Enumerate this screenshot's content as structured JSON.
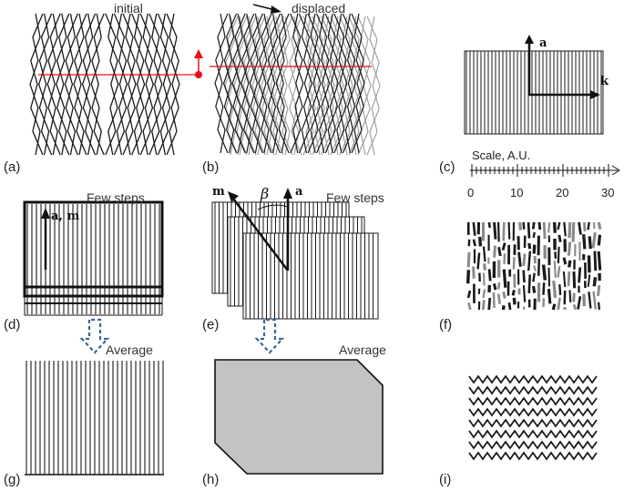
{
  "colors": {
    "line": "#1a1a1a",
    "axis_red": "#e8101b",
    "arrow_blue": "#3b6694",
    "fill_gray": "#c3c3c3"
  },
  "panel_labels": {
    "a": "(a)",
    "b": "(b)",
    "c": "(c)",
    "d": "(d)",
    "e": "(e)",
    "f": "(f)",
    "g": "(g)",
    "h": "(h)",
    "i": "(i)"
  },
  "texts": {
    "initial": "initial",
    "displaced": "displaced",
    "few_steps_d": "Few steps",
    "few_steps_e": "Few steps",
    "average_g": "Average",
    "average_h": "Average"
  },
  "vectors": {
    "a_c": "a",
    "k_c": "k",
    "am_d": "a, m",
    "m_e": "m",
    "a_e": "a",
    "beta": "β"
  },
  "scale": {
    "title": "Scale, A.U.",
    "ticks": [
      "0",
      "10",
      "20",
      "30"
    ]
  },
  "icons": [
    "red-up-arrow-icon",
    "red-dot-icon",
    "displacement-arrow-icon",
    "blue-dashed-down-arrow-icon"
  ]
}
